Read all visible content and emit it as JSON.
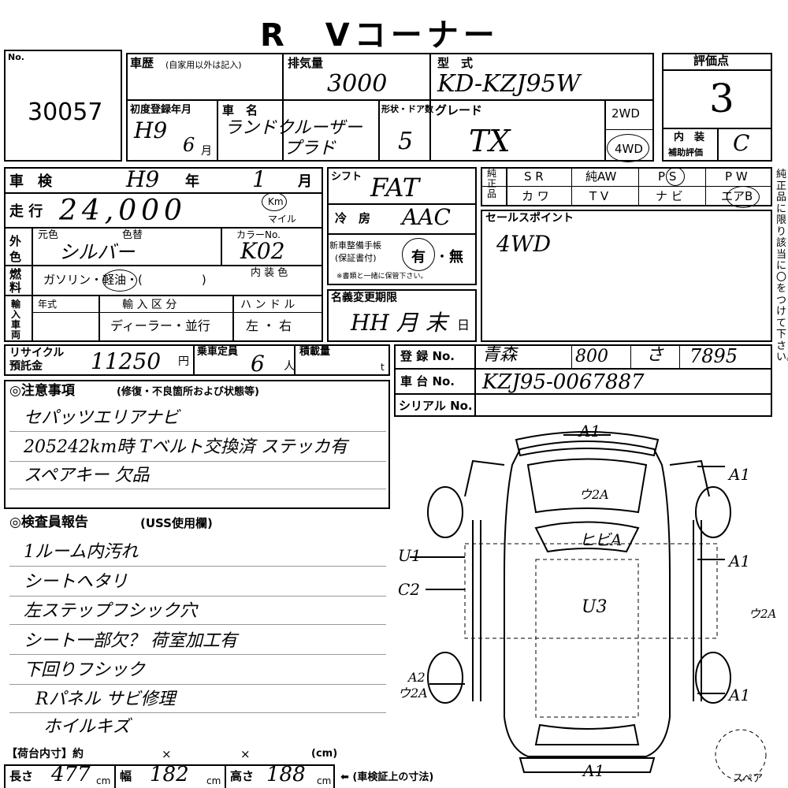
{
  "header": {
    "title": "R　Vコーナー"
  },
  "lot": {
    "label": "No.",
    "number": "30057"
  },
  "history": {
    "label": "車歴",
    "note": "(自家用以外は記入)"
  },
  "displacement": {
    "label": "排気量",
    "value": "3000"
  },
  "model_code": {
    "label": "型　式",
    "value": "KD-KZJ95W"
  },
  "score": {
    "label": "評価点",
    "value": "3",
    "interior_label": "内　装",
    "aux_label": "補助評価",
    "interior_value": "C"
  },
  "first_reg": {
    "label": "初度登録年月",
    "era": "H9",
    "month_value": "6",
    "month_unit": "月"
  },
  "car_name": {
    "label": "車　名",
    "value1": "ランドクルーザー",
    "value2": "プラド"
  },
  "doors": {
    "label": "形状・ドア数",
    "value": "5"
  },
  "grade": {
    "label": "グレード",
    "value": "TX"
  },
  "drive": {
    "label_2wd": "2WD",
    "label_4wd": "4WD"
  },
  "inspection": {
    "label": "車　検",
    "era": "H9",
    "year_unit": "年",
    "month_value": "1",
    "month_unit": "月"
  },
  "shift": {
    "label": "シフト",
    "value": "FAT"
  },
  "options_row1": [
    "純正品",
    "S R",
    "純AW",
    "P S",
    "P W"
  ],
  "options_row2": [
    "カ ワ",
    "T V",
    "ナ ビ",
    "エアB"
  ],
  "side_note": "純正品に限り該当に〇をつけて下さい。",
  "mileage": {
    "label": "走 行",
    "value": "24,000",
    "unit_km": "Km",
    "unit_mile": "マイル"
  },
  "aircon": {
    "label": "冷　房",
    "value": "AAC"
  },
  "sales_point": {
    "label": "セールスポイント",
    "value": "4WD"
  },
  "exterior": {
    "label": "外色",
    "orig_label": "元色",
    "repaint_label": "色替",
    "value": "シルバー",
    "color_no_label": "カラーNo.",
    "color_no": "K02"
  },
  "manual": {
    "label1": "新車整備手帳",
    "label2": "(保証書付)",
    "yes": "有",
    "sep": "・",
    "no": "無",
    "note": "※書類と一緒に保管下さい。"
  },
  "fuel": {
    "label": "燃料",
    "options": "ガソリン・軽油・(　　　　　)",
    "interior_color_label": "内 装 色"
  },
  "name_change": {
    "label": "名義変更期限",
    "value": "HH 月 末",
    "day_unit": "日"
  },
  "import": {
    "label": "輸入車両",
    "year_label": "年式",
    "division_label": "輸 入 区 分",
    "division_value": "ディーラー・並行",
    "handle_label": "ハ ン ド ル",
    "handle_value": "左 ・ 右"
  },
  "recycle": {
    "label1": "リサイクル",
    "label2": "預託金",
    "value": "11250",
    "unit": "円"
  },
  "capacity": {
    "label": "乗車定員",
    "value": "6",
    "unit": "人"
  },
  "load": {
    "label": "積載量",
    "unit": "t"
  },
  "registration": {
    "label": "登 録 No.",
    "area": "青森",
    "class": "800",
    "kana": "さ",
    "number": "7895"
  },
  "chassis": {
    "label": "車 台 No.",
    "value": "KZJ95-0067887"
  },
  "serial": {
    "label": "シリアル No."
  },
  "notes": {
    "title": "◎注意事項",
    "subtitle": "(修復・不良箇所および状態等)",
    "lines": [
      "セパッツエリアナビ",
      "205242km時 Tベルト交換済 ステッカ有",
      "スペアキー 欠品"
    ]
  },
  "inspector": {
    "title": "◎検査員報告",
    "subtitle": "(USS使用欄)",
    "lines": [
      "1ルーム内汚れ",
      "シートへタリ",
      "左ステップフシック穴",
      "シート一部欠？ 荷室加工有",
      "下回りフシック",
      "Rパネル サビ修理",
      "ホイルキズ"
    ]
  },
  "cargo": {
    "label": "【荷台内寸】約",
    "x1": "×",
    "x2": "×",
    "unit": "(cm)"
  },
  "dims": {
    "length_label": "長さ",
    "length": "477",
    "width_label": "幅",
    "width": "182",
    "height_label": "高さ",
    "height": "188",
    "unit": "cm",
    "note": "⬅ (車検証上の寸法)"
  },
  "diagram": {
    "marks": {
      "front": "A1",
      "right_front_door": "A1",
      "right_mid": "A1",
      "right_rear_wheel": "ウ2A",
      "right_rear": "A1",
      "rear": "A1",
      "left_front": "U1",
      "left_mid": "C2",
      "left_rear1": "A2",
      "left_rear2": "ウ2A",
      "hood": "ウ2A",
      "windshield": "ヒビA",
      "roof": "U3"
    },
    "spare_label": "スペア"
  }
}
